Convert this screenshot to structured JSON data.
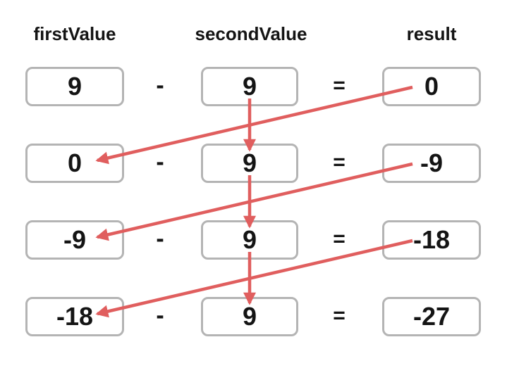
{
  "diagram": {
    "title": "subtraction-loop-trace",
    "columns": [
      {
        "label": "firstValue"
      },
      {
        "label": "secondValue"
      },
      {
        "label": "result"
      }
    ],
    "operator_minus": "-",
    "operator_equals": "=",
    "rows": [
      {
        "firstValue": "9",
        "secondValue": "9",
        "result": "0"
      },
      {
        "firstValue": "0",
        "secondValue": "9",
        "result": "-9"
      },
      {
        "firstValue": "-9",
        "secondValue": "9",
        "result": "-18"
      },
      {
        "firstValue": "-18",
        "secondValue": "9",
        "result": "-27"
      }
    ],
    "arrows": [
      {
        "name": "result-to-next-firstvalue-arrow",
        "kind": "diagonal",
        "from_row": 1,
        "to_row": 2
      },
      {
        "name": "secondvalue-to-next-secondvalue-arrow",
        "kind": "vertical",
        "from_row": 1,
        "to_row": 2
      },
      {
        "name": "result-to-next-firstvalue-arrow",
        "kind": "diagonal",
        "from_row": 2,
        "to_row": 3
      },
      {
        "name": "secondvalue-to-next-secondvalue-arrow",
        "kind": "vertical",
        "from_row": 2,
        "to_row": 3
      },
      {
        "name": "result-to-next-firstvalue-arrow",
        "kind": "diagonal",
        "from_row": 3,
        "to_row": 4
      },
      {
        "name": "secondvalue-to-next-secondvalue-arrow",
        "kind": "vertical",
        "from_row": 3,
        "to_row": 4
      }
    ],
    "colors": {
      "arrow": "#e05e5e",
      "box_border": "#b4b4b4",
      "text": "#141414",
      "background": "#ffffff"
    }
  }
}
